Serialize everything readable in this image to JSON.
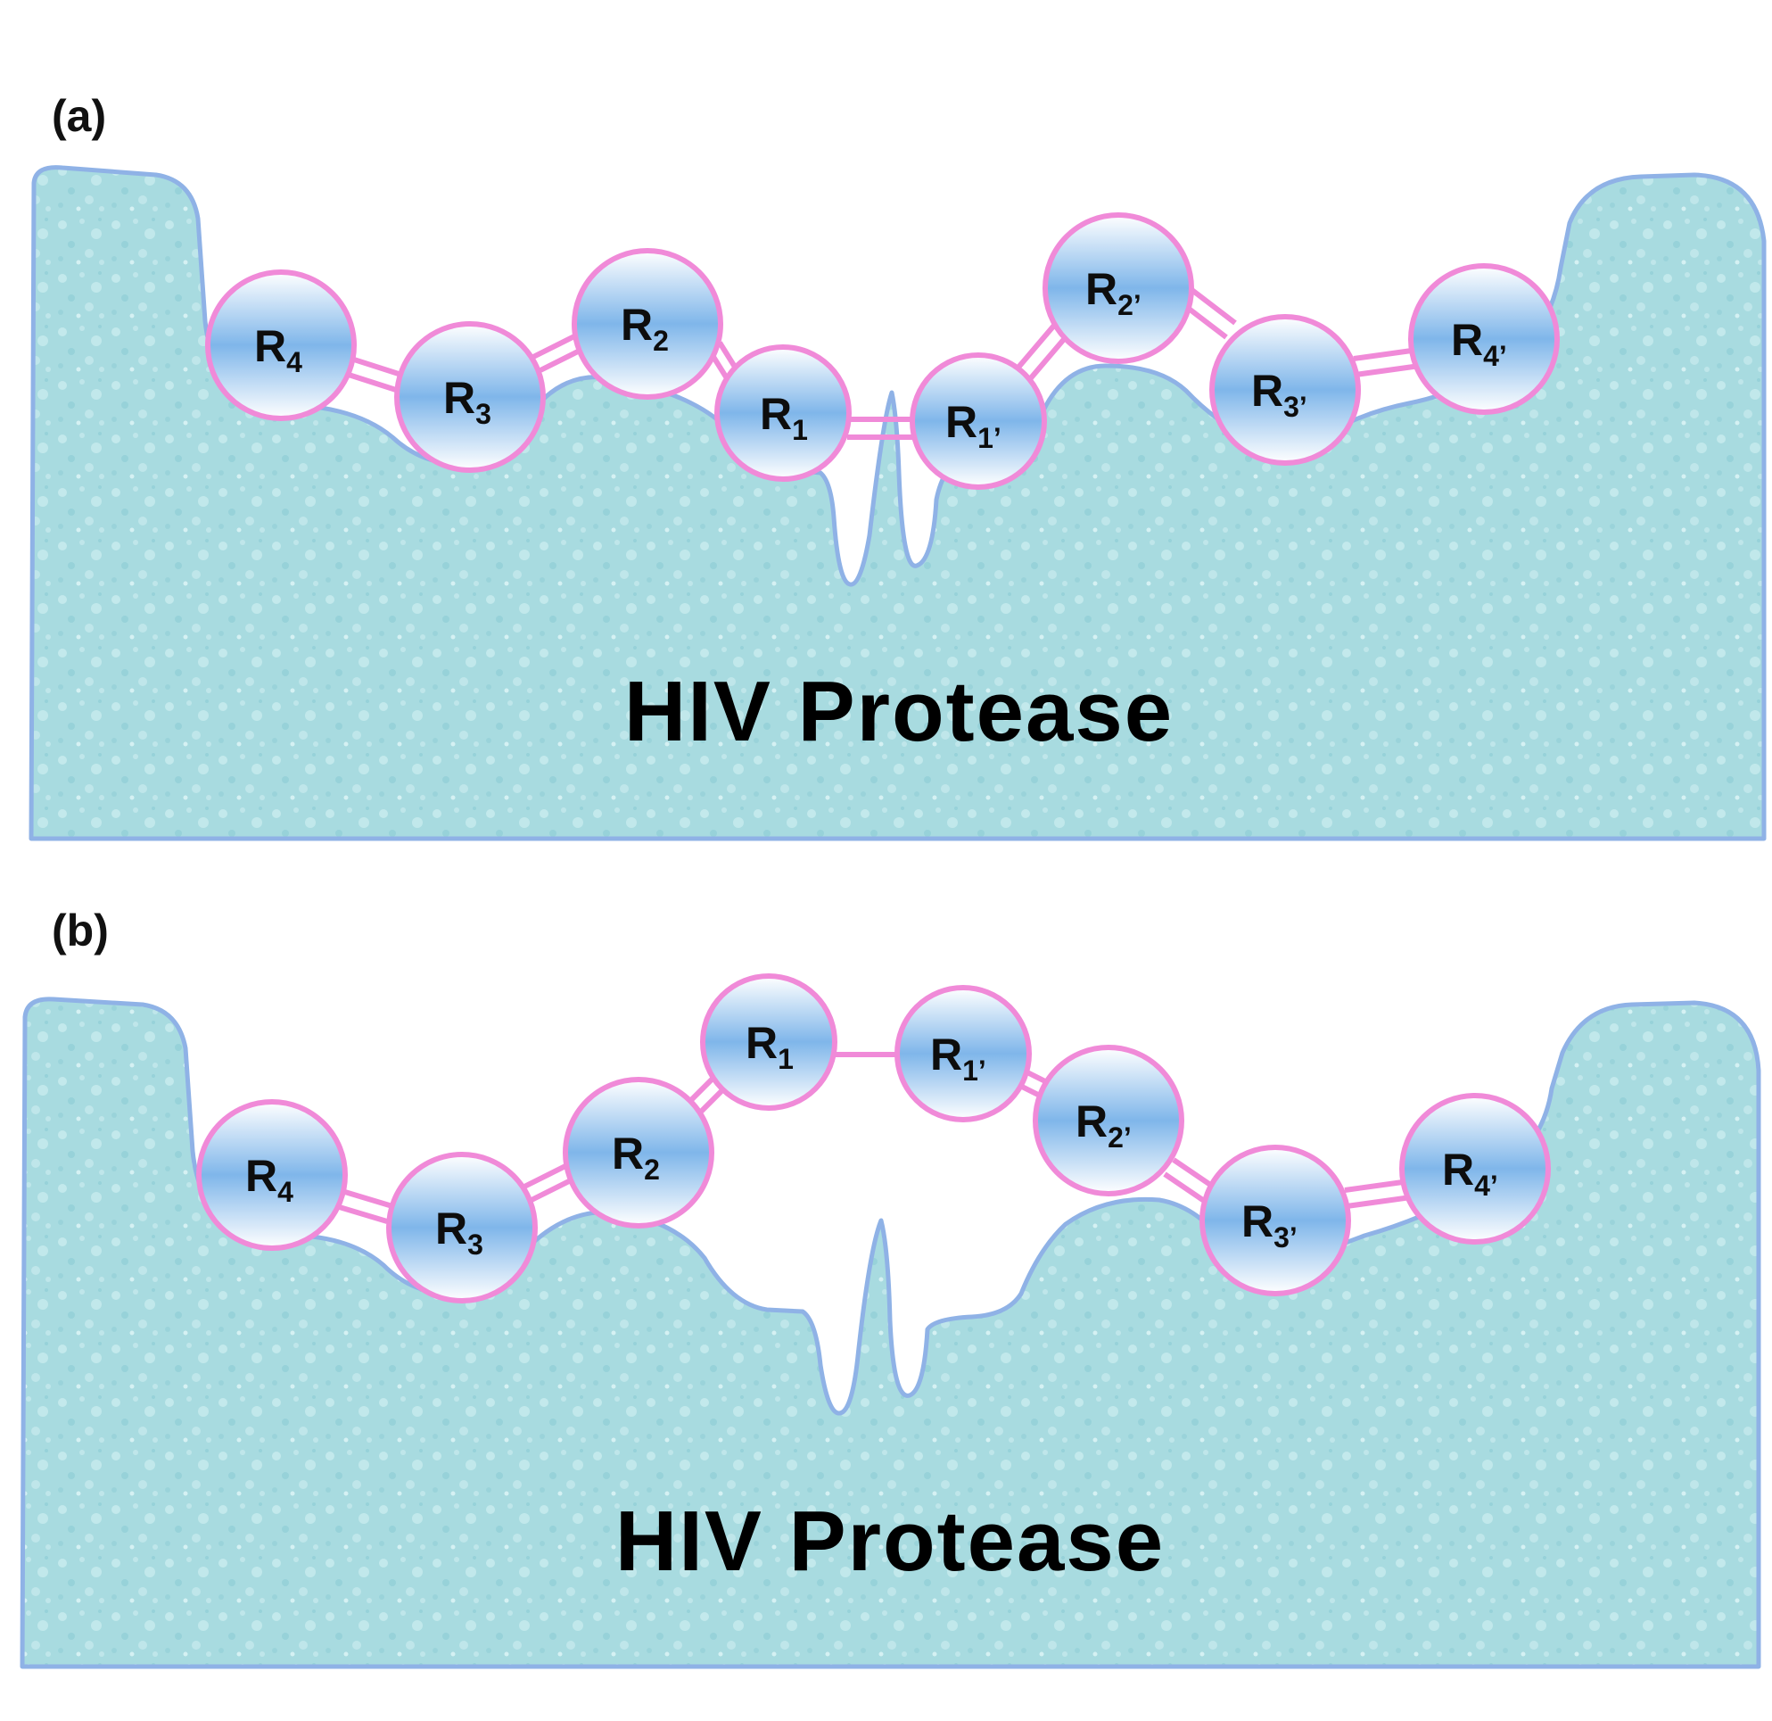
{
  "panels": [
    {
      "label": "(a)",
      "title": "HIV Protease",
      "residues": [
        {
          "id": "R4",
          "base": "R",
          "sub": "4"
        },
        {
          "id": "R3",
          "base": "R",
          "sub": "3"
        },
        {
          "id": "R2",
          "base": "R",
          "sub": "2"
        },
        {
          "id": "R1",
          "base": "R",
          "sub": "1"
        },
        {
          "id": "R1p",
          "base": "R",
          "sub": "1’"
        },
        {
          "id": "R2p",
          "base": "R",
          "sub": "2’"
        },
        {
          "id": "R3p",
          "base": "R",
          "sub": "3’"
        },
        {
          "id": "R4p",
          "base": "R",
          "sub": "4’"
        }
      ]
    },
    {
      "label": "(b)",
      "title": "HIV Protease",
      "residues": [
        {
          "id": "R4",
          "base": "R",
          "sub": "4"
        },
        {
          "id": "R3",
          "base": "R",
          "sub": "3"
        },
        {
          "id": "R2",
          "base": "R",
          "sub": "2"
        },
        {
          "id": "R1",
          "base": "R",
          "sub": "1"
        },
        {
          "id": "R1p",
          "base": "R",
          "sub": "1’"
        },
        {
          "id": "R2p",
          "base": "R",
          "sub": "2’"
        },
        {
          "id": "R3p",
          "base": "R",
          "sub": "3’"
        },
        {
          "id": "R4p",
          "base": "R",
          "sub": "4’"
        }
      ]
    }
  ],
  "colors": {
    "protein_fill": "#a8dbe0",
    "protein_outline": "#8fb2e6",
    "residue_outline": "#f08ad8",
    "residue_center": "#7fb6ea",
    "residue_highlight": "#ffffff",
    "bond": "#f08ad8"
  }
}
